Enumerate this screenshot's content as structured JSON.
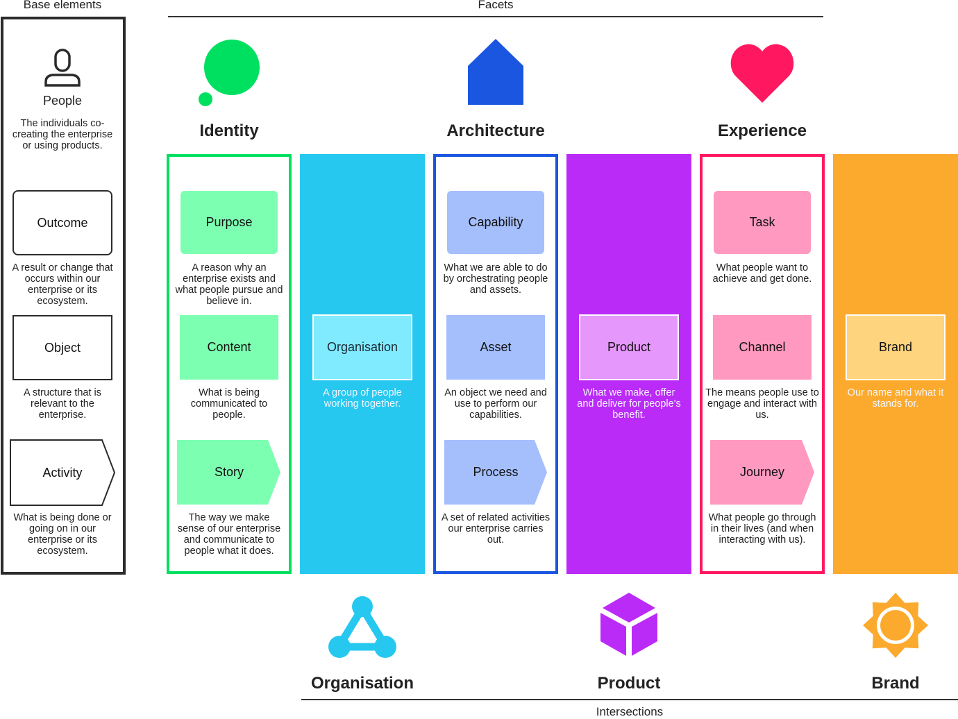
{
  "headers": {
    "base": "Base elements",
    "facets": "Facets",
    "intersections": "Intersections"
  },
  "colors": {
    "identity": "#00e060",
    "architecture": "#1a56e0",
    "experience": "#ff1860",
    "organisation": "#26c8ef",
    "product": "#bb2bf7",
    "brand": "#fbaa2e",
    "base": "#2b2b2b"
  },
  "base": {
    "people": {
      "label": "People",
      "desc": "The individuals co-creating the enterprise or using products."
    },
    "outcome": {
      "label": "Outcome",
      "desc": "A result or change that occurs within our enterprise or its ecosystem."
    },
    "object": {
      "label": "Object",
      "desc": "A structure that is relevant to the enterprise."
    },
    "activity": {
      "label": "Activity",
      "desc": "What is being done or going on in our enterprise or its ecosystem."
    }
  },
  "facets": {
    "identity": {
      "title": "Identity",
      "icon": "thought-bubble-icon",
      "outcome": {
        "label": "Purpose",
        "desc": "A reason why an enterprise exists and what people pursue and believe in."
      },
      "object": {
        "label": "Content",
        "desc": "What is being communicated to people."
      },
      "activity": {
        "label": "Story",
        "desc": "The way we make sense of our enterprise and communicate to people what it does."
      }
    },
    "architecture": {
      "title": "Architecture",
      "icon": "house-icon",
      "outcome": {
        "label": "Capability",
        "desc": "What we are able to do by orchestrating people and assets."
      },
      "object": {
        "label": "Asset",
        "desc": "An object we need and use to perform our capabilities."
      },
      "activity": {
        "label": "Process",
        "desc": "A set of related activities our enterprise carries out."
      }
    },
    "experience": {
      "title": "Experience",
      "icon": "heart-icon",
      "outcome": {
        "label": "Task",
        "desc": "What people want to achieve and get done."
      },
      "object": {
        "label": "Channel",
        "desc": "The means people use to engage and interact with us."
      },
      "activity": {
        "label": "Journey",
        "desc": "What people go through in their lives (and when interacting with us)."
      }
    }
  },
  "intersections": {
    "organisation": {
      "title": "Organisation",
      "icon": "network-triangle-icon",
      "label": "Organisation",
      "desc": "A group of people working together."
    },
    "product": {
      "title": "Product",
      "icon": "cube-icon",
      "label": "Product",
      "desc": "What we make, offer and deliver for people's benefit."
    },
    "brand": {
      "title": "Brand",
      "icon": "sun-icon",
      "label": "Brand",
      "desc": "Our name and what it stands for."
    }
  }
}
